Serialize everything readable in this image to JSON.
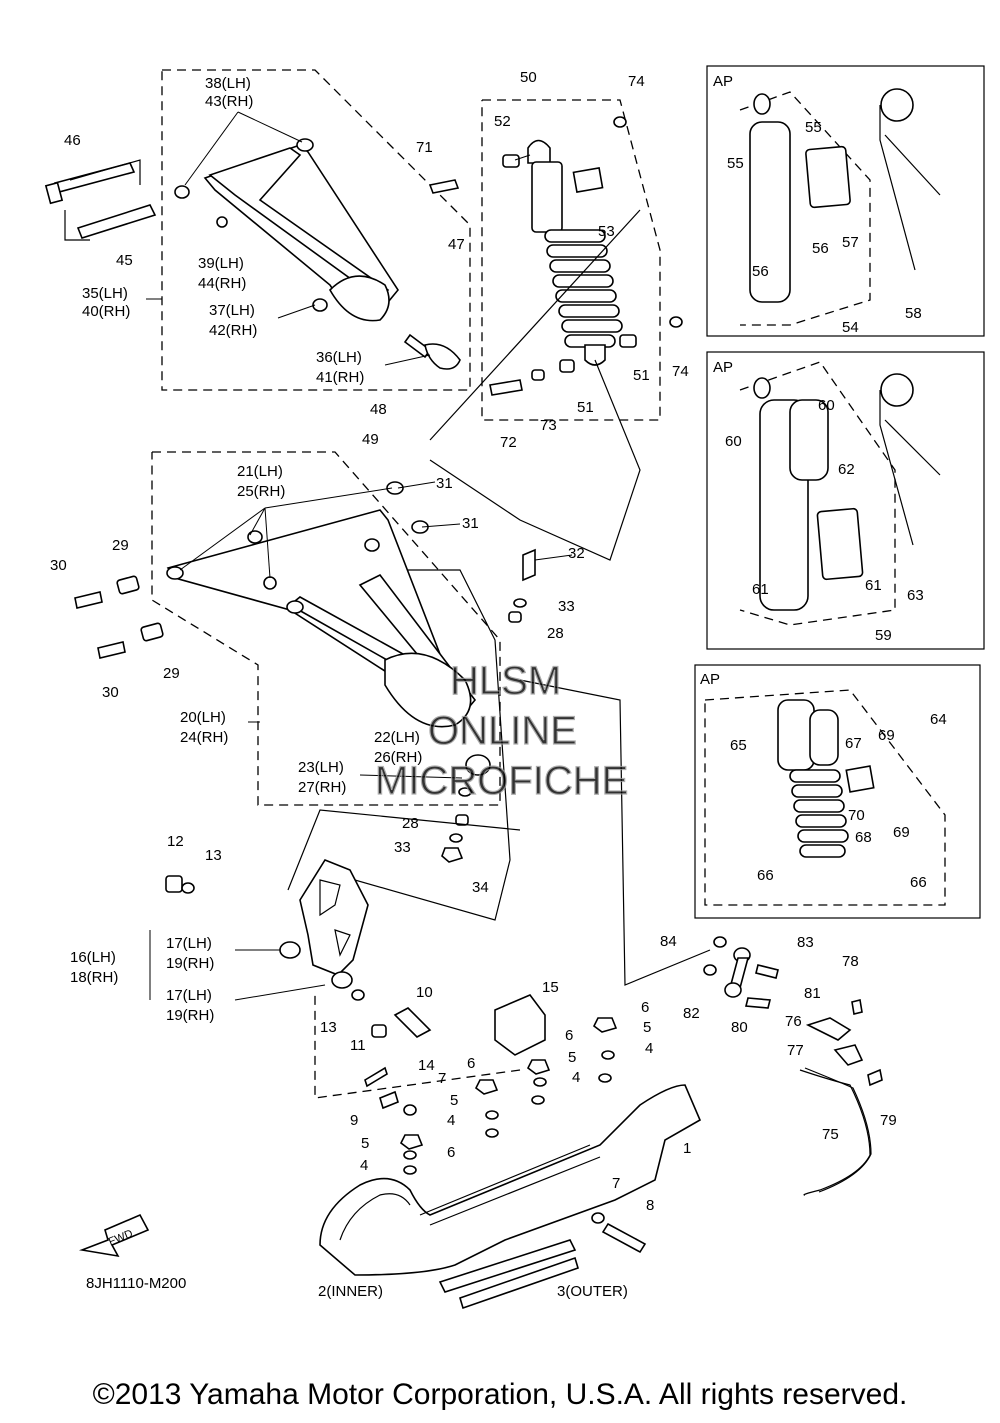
{
  "diagram_code": "8JH1110-M200",
  "copyright": "©2013 Yamaha Motor Corporation, U.S.A. All rights reserved.",
  "watermark": [
    "HLSM",
    "ONLINE",
    "MICROFICHE"
  ],
  "fwd_label": "FWD",
  "ap_label": "AP",
  "callouts": {
    "c1": "1",
    "c2": "2(INNER)",
    "c3": "3(OUTER)",
    "c4a": "4",
    "c4b": "4",
    "c4c": "4",
    "c4d": "4",
    "c5a": "5",
    "c5b": "5",
    "c5c": "5",
    "c5d": "5",
    "c6a": "6",
    "c6b": "6",
    "c6c": "6",
    "c6d": "6",
    "c7a": "7",
    "c7b": "7",
    "c8": "8",
    "c9": "9",
    "c10": "10",
    "c11": "11",
    "c12": "12",
    "c13a": "13",
    "c13b": "13",
    "c14": "14",
    "c15": "15",
    "c16": "16(LH)",
    "c18": "18(RH)",
    "c17a": "17(LH)",
    "c19a": "19(RH)",
    "c17b": "17(LH)",
    "c19b": "19(RH)",
    "c20": "20(LH)",
    "c24": "24(RH)",
    "c21": "21(LH)",
    "c25": "25(RH)",
    "c22": "22(LH)",
    "c26": "26(RH)",
    "c23": "23(LH)",
    "c27": "27(RH)",
    "c28a": "28",
    "c28b": "28",
    "c29a": "29",
    "c29b": "29",
    "c30a": "30",
    "c30b": "30",
    "c31a": "31",
    "c31b": "31",
    "c32": "32",
    "c33a": "33",
    "c33b": "33",
    "c34": "34",
    "c35": "35(LH)",
    "c40": "40(RH)",
    "c36": "36(LH)",
    "c41": "41(RH)",
    "c37": "37(LH)",
    "c42": "42(RH)",
    "c38": "38(LH)",
    "c43": "43(RH)",
    "c39": "39(LH)",
    "c44": "44(RH)",
    "c45": "45",
    "c46": "46",
    "c47": "47",
    "c48": "48",
    "c49": "49",
    "c50": "50",
    "c51a": "51",
    "c51b": "51",
    "c52": "52",
    "c53": "53",
    "c54": "54",
    "c55a": "55",
    "c55b": "55",
    "c56a": "56",
    "c56b": "56",
    "c57": "57",
    "c58": "58",
    "c59": "59",
    "c60a": "60",
    "c60b": "60",
    "c61a": "61",
    "c61b": "61",
    "c62": "62",
    "c63": "63",
    "c64": "64",
    "c65": "65",
    "c66a": "66",
    "c66b": "66",
    "c67": "67",
    "c68": "68",
    "c69a": "69",
    "c69b": "69",
    "c70": "70",
    "c71": "71",
    "c72": "72",
    "c73": "73",
    "c74a": "74",
    "c74b": "74",
    "c75": "75",
    "c76": "76",
    "c77": "77",
    "c78": "78",
    "c79": "79",
    "c80": "80",
    "c81": "81",
    "c82": "82",
    "c83": "83",
    "c84": "84"
  }
}
